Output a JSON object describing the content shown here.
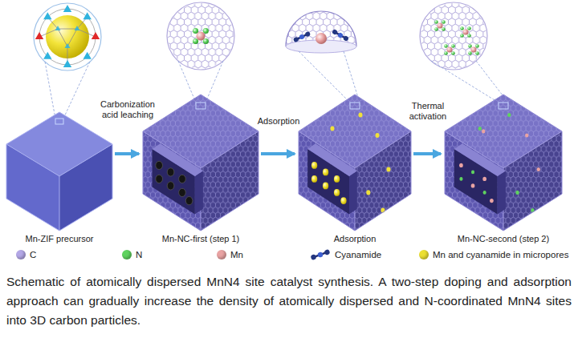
{
  "diagram": {
    "caption": "Schematic of atomically dispersed MnN4 site catalyst synthesis. A two-step doping and adsorption approach can gradually increase the density of atomically dispersed and N-coordinated MnN4 sites into 3D carbon particles.",
    "nodes": [
      {
        "text": [
          "Mn-ZIF precursor"
        ]
      },
      {
        "text": [
          "Mn-NC-first (step 1)"
        ]
      },
      {
        "text": [
          "Adsorption"
        ]
      },
      {
        "text": [
          "Mn-NC-second (step 2)"
        ]
      }
    ],
    "edges": [
      {
        "from": 0,
        "to": 1,
        "arrow": "to",
        "label": "Carbonization acid leaching"
      },
      {
        "from": 1,
        "to": 2,
        "arrow": "to",
        "label": "Adsorption"
      },
      {
        "from": 2,
        "to": 3,
        "arrow": "to",
        "label": "Thermal activation"
      }
    ],
    "legend": [
      {
        "text": "C",
        "color": "#b3a7e6"
      },
      {
        "text": "N",
        "color": "#5fd35f"
      },
      {
        "text": "Mn",
        "color": "#e9a3a3"
      },
      {
        "text": "Cyanamide"
      },
      {
        "text": "Mn and cyanamide in micropores",
        "color": "#ece030"
      }
    ]
  }
}
